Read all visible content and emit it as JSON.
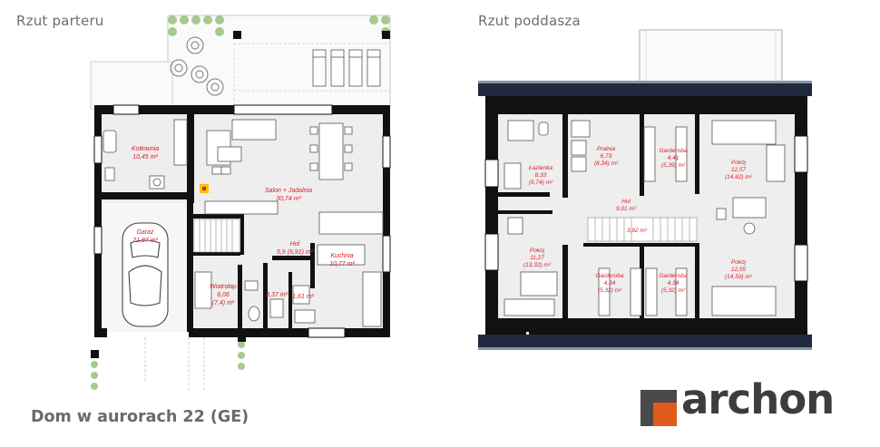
{
  "headings": {
    "ground_floor": "Rzut parteru",
    "attic": "Rzut poddasza"
  },
  "footer_title": "Dom w aurorach 22 (GE)",
  "brand": {
    "name": "archon",
    "accent_color": "#e05a1c",
    "text_color": "#3d3d3d"
  },
  "colors": {
    "wall": "#111111",
    "floor": "#eeeeee",
    "label": "#d8212b",
    "roof": "#1f2a3e"
  },
  "ground_floor_rooms": [
    {
      "name": "Kotłownia",
      "area": "10,45 m²"
    },
    {
      "name": "Salon + Jadalnia",
      "area": "30,74 m²"
    },
    {
      "name": "Garaż",
      "area": "21,87 m²"
    },
    {
      "name": "Hol",
      "area": "5,9 (6,91) m²"
    },
    {
      "name": "Kuchnia",
      "area": "10,77 m²"
    },
    {
      "name": "Wiatrołap",
      "area": "6,06",
      "area2": "(7,4) m²"
    },
    {
      "name": "",
      "area": "3,37 m²"
    },
    {
      "name": "",
      "area": "1,61 m²"
    }
  ],
  "attic_rooms": [
    {
      "name": "Łazienka",
      "area": "8,33",
      "area2": "(9,74) m²"
    },
    {
      "name": "Pralnia",
      "area": "6,73",
      "area2": "(8,34) m²"
    },
    {
      "name": "Garderoba",
      "area": "4,41",
      "area2": "(5,39) m²"
    },
    {
      "name": "Pokój",
      "area": "12,57",
      "area2": "(14,62) m²"
    },
    {
      "name": "Hol",
      "area": "9,01 m²"
    },
    {
      "name": "",
      "area": "3,92 m²"
    },
    {
      "name": "Pokój",
      "area": "11,27",
      "area2": "(13,32) m²"
    },
    {
      "name": "Garderoba",
      "area": "4,34",
      "area2": "(5,32) m²"
    },
    {
      "name": "Garderoba",
      "area": "4,34",
      "area2": "(5,32) m²"
    },
    {
      "name": "Pokój",
      "area": "12,55",
      "area2": "(14,59) m²"
    }
  ]
}
